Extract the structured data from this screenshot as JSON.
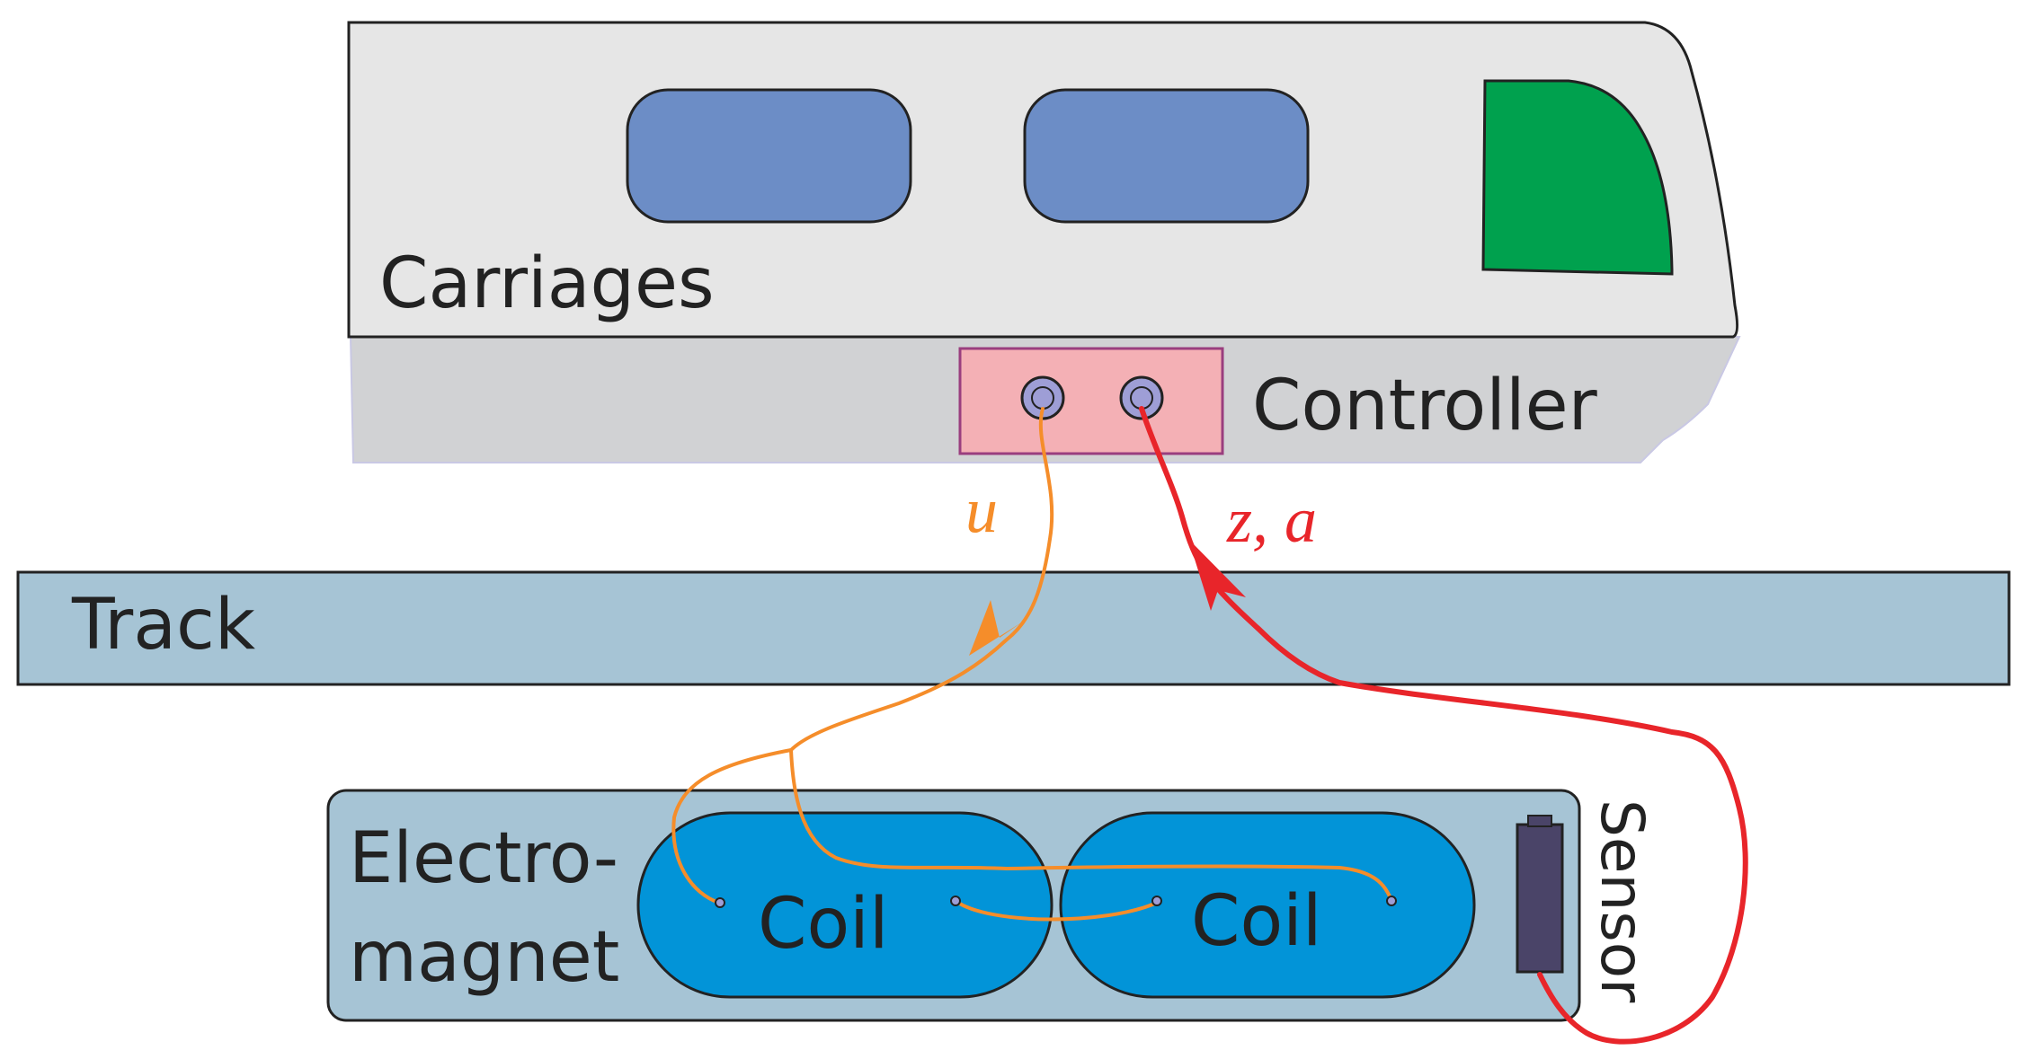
{
  "labels": {
    "carriages": "Carriages",
    "controller": "Controller",
    "track": "Track",
    "electromagnet_line1": "Electro-",
    "electromagnet_line2": "magnet",
    "coil_left": "Coil",
    "coil_right": "Coil",
    "sensor": "Sensor"
  },
  "signals": {
    "control": "u",
    "measurement": "z, a"
  },
  "colors": {
    "carriage_body": "#e6e6e6",
    "carriage_base": "#d1d2d4",
    "window": "#6c8dc6",
    "cab_window": "#00a14e",
    "controller_box": "#f4b0b5",
    "controller_border": "#9a3e7e",
    "terminal": "#9e9ed6",
    "track": "#a6c4d5",
    "magnet_housing": "#a6c4d5",
    "coil": "#0294d8",
    "sensor": "#4a4468",
    "control_signal": "#f58d2a",
    "measurement_signal": "#e8252a"
  }
}
